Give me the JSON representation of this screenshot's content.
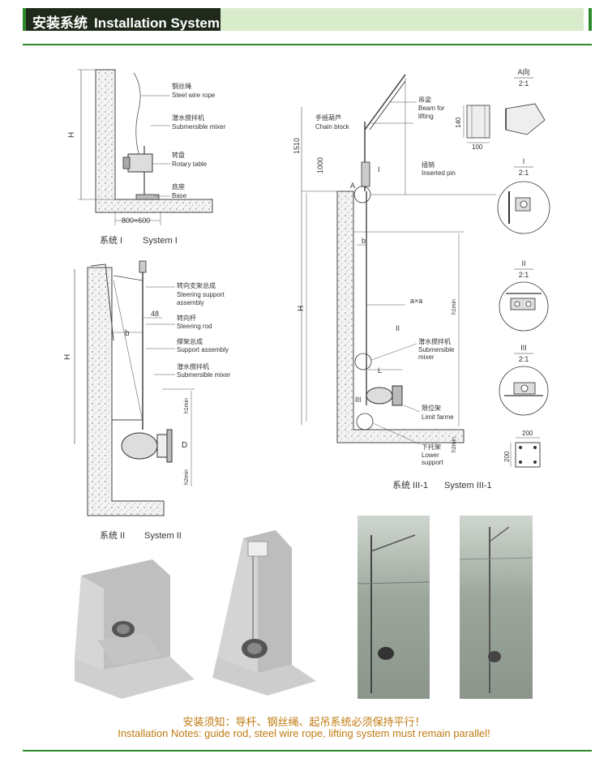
{
  "header": {
    "title_cn": "安装系统",
    "title_en": "Installation System"
  },
  "system1": {
    "label_cn": "系统 I",
    "label_en": "System I",
    "rope_cn": "钢丝绳",
    "rope_en": "Steel wire rope",
    "mixer_cn": "潜水搅拌机",
    "mixer_en": "Submersible mixer",
    "table_cn": "转盘",
    "table_en": "Rotary table",
    "base_cn": "底座",
    "base_en": "Base",
    "dim_h": "H",
    "dim_base": "800×600"
  },
  "system2": {
    "label_cn": "系统 II",
    "label_en": "System II",
    "steer_cn": "转向支架总成",
    "steer_en1": "Steering support",
    "steer_en2": "assembly",
    "rod_cn": "转向杆",
    "rod_en": "Steering rod",
    "support_cn": "撑架总成",
    "support_en": "Support assembly",
    "mixer_cn": "潜水搅拌机",
    "mixer_en": "Submersible mixer",
    "dim_h": "H",
    "dim_b": "b",
    "dim_48": "48",
    "dim_hmin": "h1min",
    "dim_d": "D",
    "dim_h2min": "h2min"
  },
  "system3": {
    "label_cn": "系统 III-1",
    "label_en": "System III-1",
    "chain_cn": "手摇葫芦",
    "chain_en": "Chain block",
    "beam_cn": "吊梁",
    "beam_en1": "Beam for",
    "beam_en2": "lifting",
    "pin_cn": "插销",
    "pin_en": "Inserted pin",
    "mixer_cn": "潜水搅拌机",
    "mixer_en1": "Submersible",
    "mixer_en2": "mixer",
    "limit_cn": "限位架",
    "limit_en": "Limit farme",
    "lower_cn": "下托架",
    "lower_en1": "Lower",
    "lower_en2": "support",
    "dim_1510": "1510",
    "dim_1000": "1000",
    "dim_h": "H",
    "dim_b": "b",
    "dim_axa": "a×a",
    "dim_l": "L",
    "dim_hmin": "h1min",
    "dim_h2min": "h2min",
    "marker_a": "A",
    "marker_i": "I",
    "marker_ii": "II",
    "marker_iii": "III",
    "dim_140": "140",
    "dim_100": "100",
    "dim_200a": "200",
    "dim_200b": "200"
  },
  "details": [
    {
      "top": "A向",
      "scale": "2:1"
    },
    {
      "top": "I",
      "scale": "2:1"
    },
    {
      "top": "II",
      "scale": "2:1"
    },
    {
      "top": "III",
      "scale": "2:1"
    }
  ],
  "note": {
    "cn": "安装须知：导杆、钢丝绳、起吊系统必须保持平行！",
    "en": "Installation Notes: guide rod, steel wire rope, lifting system must remain parallel!"
  },
  "colors": {
    "accent": "#2c8a2c",
    "header_bg": "#d8eccc",
    "note": "#c07a10"
  }
}
